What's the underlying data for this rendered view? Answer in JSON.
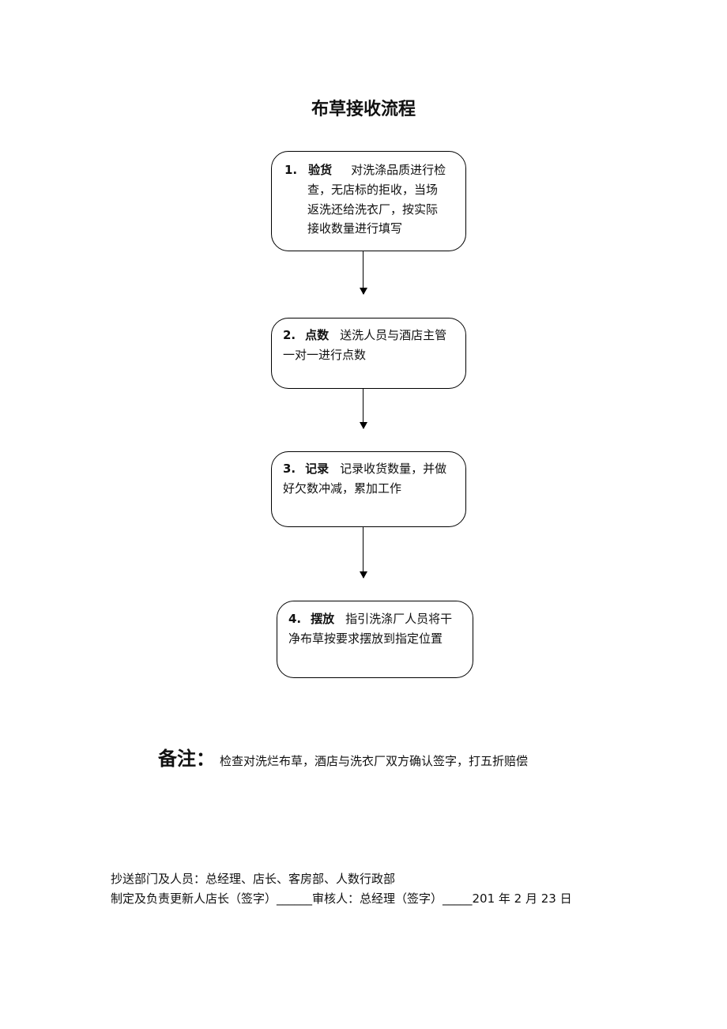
{
  "title": "布草接收流程",
  "steps": [
    {
      "num": "1.",
      "head": "验货",
      "lines": [
        "对洗涤品质进行检",
        "查，无店标的拒收，当场",
        "返洗还给洗衣厂，按实际",
        "接收数量进行填写"
      ]
    },
    {
      "num": "2.",
      "head": "点数",
      "lines": [
        "送洗人员与酒店主管",
        "一对一进行点数"
      ]
    },
    {
      "num": "3.",
      "head": "记录",
      "lines": [
        "记录收货数量，并做",
        "好欠数冲减，累加工作"
      ]
    },
    {
      "num": "4.",
      "head": "摆放",
      "lines": [
        "指引洗涤厂人员将干",
        "净布草按要求摆放到指定位置"
      ]
    }
  ],
  "note": {
    "label": "备注：",
    "text": "检查对洗烂布草，酒店与洗衣厂双方确认签字，打五折赔偿"
  },
  "footer": {
    "line1": "抄送部门及人员：总经理、店长、客房部、人数行政部",
    "line2": "制定及负责更新人店长（签字）______审核人：总经理（签字）_____201 年 2 月 23 日"
  }
}
